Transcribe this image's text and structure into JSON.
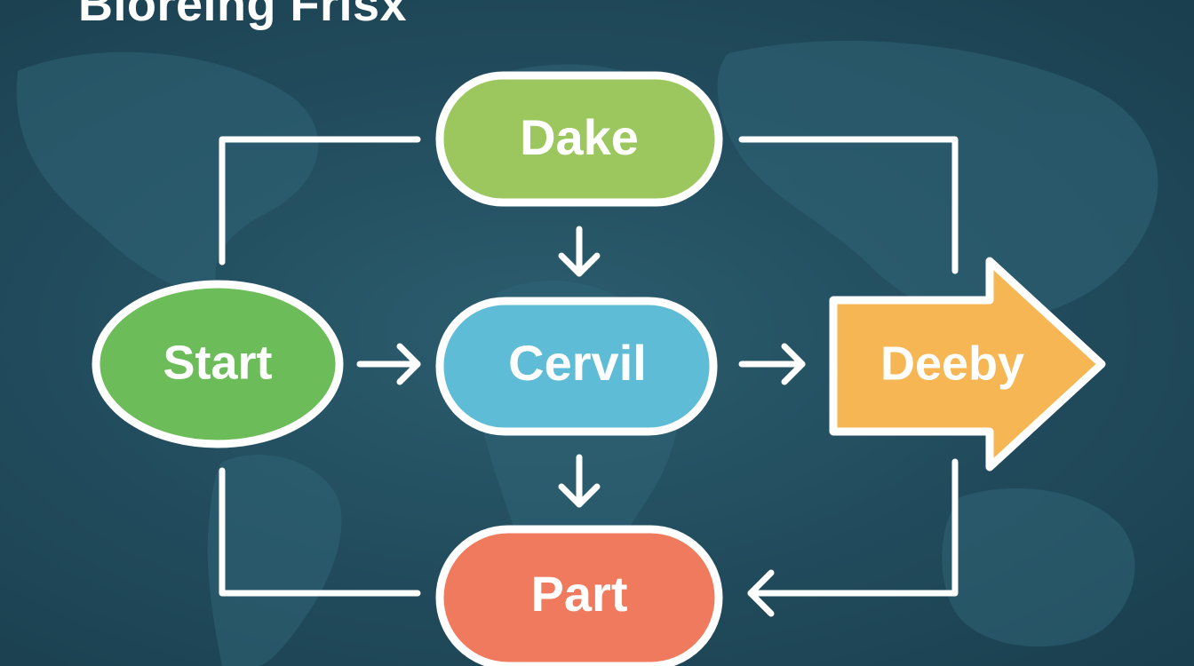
{
  "title": "Bioreing Frisx",
  "colors": {
    "background": "#214b5c",
    "start": "#6cbd5a",
    "dake": "#9cc75f",
    "cervil": "#5fbcd6",
    "deeby": "#f5b653",
    "part": "#f07a5e",
    "outline": "#ffffff"
  },
  "nodes": {
    "start": "Start",
    "dake": "Dake",
    "cervil": "Cervil",
    "deeby": "Deeby",
    "part": "Part"
  }
}
